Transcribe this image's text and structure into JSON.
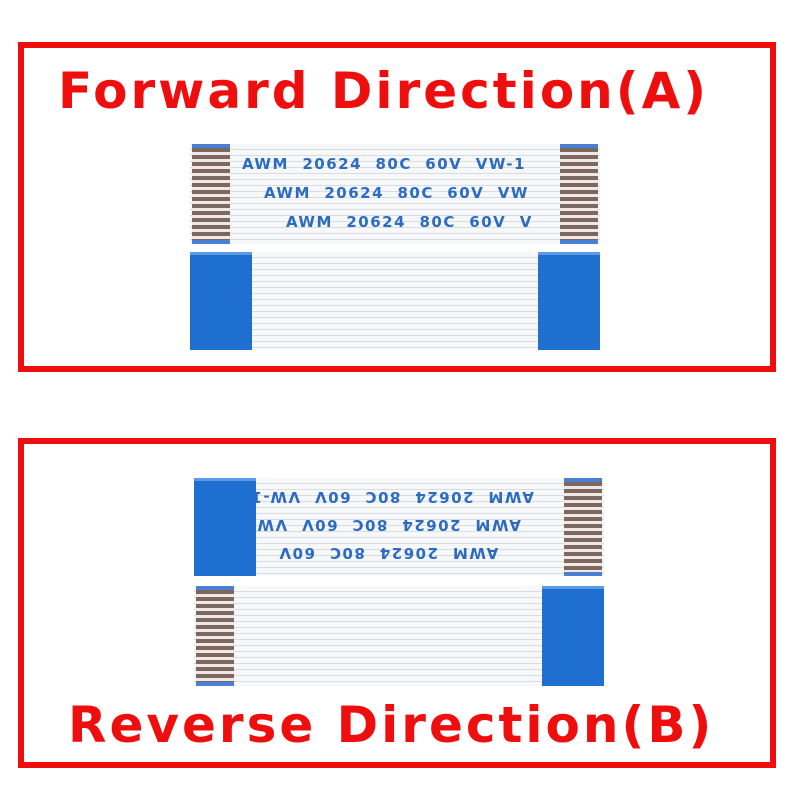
{
  "forward": {
    "title": "Forward Direction(A)",
    "print_lines": [
      "AWM  20624  80C  60V  VW-1",
      "AWM  20624  80C  60V  VW",
      "AWM  20624  80C  60V  V"
    ]
  },
  "reverse": {
    "title": "Reverse Direction(B)",
    "print_lines": [
      "AWM  20624  80C  60V  VW-1",
      "AWM  20624  80C  60V  VW",
      "AWM  20624  80C  60V"
    ]
  },
  "colors": {
    "frame": "#ee0e0e",
    "stiffener": "#1f6fd0",
    "print": "#2c6bc2",
    "contact": "#7d6860"
  }
}
